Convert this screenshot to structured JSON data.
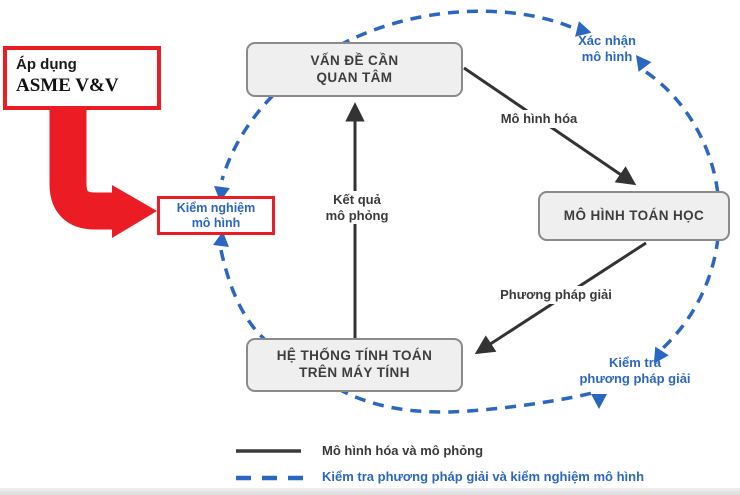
{
  "annotation_box": {
    "line1": "Áp dụng",
    "line2": "ASME V&V"
  },
  "validation_box": {
    "line1": "Kiểm nghiệm",
    "line2": "mô hình"
  },
  "nodes": {
    "problem": {
      "line1": "VẤN ĐỀ CẦN",
      "line2": "QUAN TÂM"
    },
    "math_model": {
      "label": "MÔ HÌNH TOÁN HỌC"
    },
    "computer": {
      "line1": "HỆ THỐNG TÍNH TOÁN",
      "line2": "TRÊN MÁY TÍNH"
    }
  },
  "edge_labels": {
    "modeling": "Mô hình hóa",
    "results_line1": "Kết quả",
    "results_line2": "mô phỏng",
    "solution": "Phương pháp giải"
  },
  "dashed_labels": {
    "qualification_line1": "Xác nhận",
    "qualification_line2": "mô hình",
    "verification_line1": "Kiểm tra",
    "verification_line2": "phương pháp giải"
  },
  "legend": {
    "solid_label": "Mô hình hóa và mô phỏng",
    "dashed_label": "Kiểm tra phương pháp giải và kiểm nghiệm mô hình"
  },
  "colors": {
    "blue": "#2b66c0",
    "red": "#ec1c24",
    "dark": "#333333",
    "box_fill": "#efefef",
    "box_border": "#8a8a8a"
  }
}
